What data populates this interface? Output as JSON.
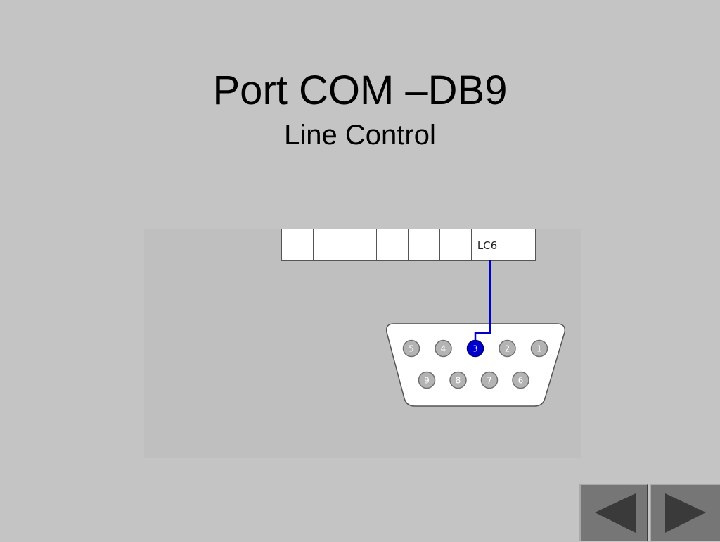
{
  "slide": {
    "title": "Port COM –DB9",
    "subtitle": "Line Control"
  },
  "diagram": {
    "register_cells": [
      "",
      "",
      "",
      "",
      "",
      "",
      "LC6",
      ""
    ],
    "active_pin": "3",
    "active_color": "#0000cc",
    "inactive_color": "#b3b3b3",
    "top_row_pins": [
      "5",
      "4",
      "3",
      "2",
      "1"
    ],
    "bottom_row_pins": [
      "9",
      "8",
      "7",
      "6"
    ]
  },
  "navigation": {
    "prev_icon": "triangle-left-icon",
    "next_icon": "triangle-right-icon"
  }
}
